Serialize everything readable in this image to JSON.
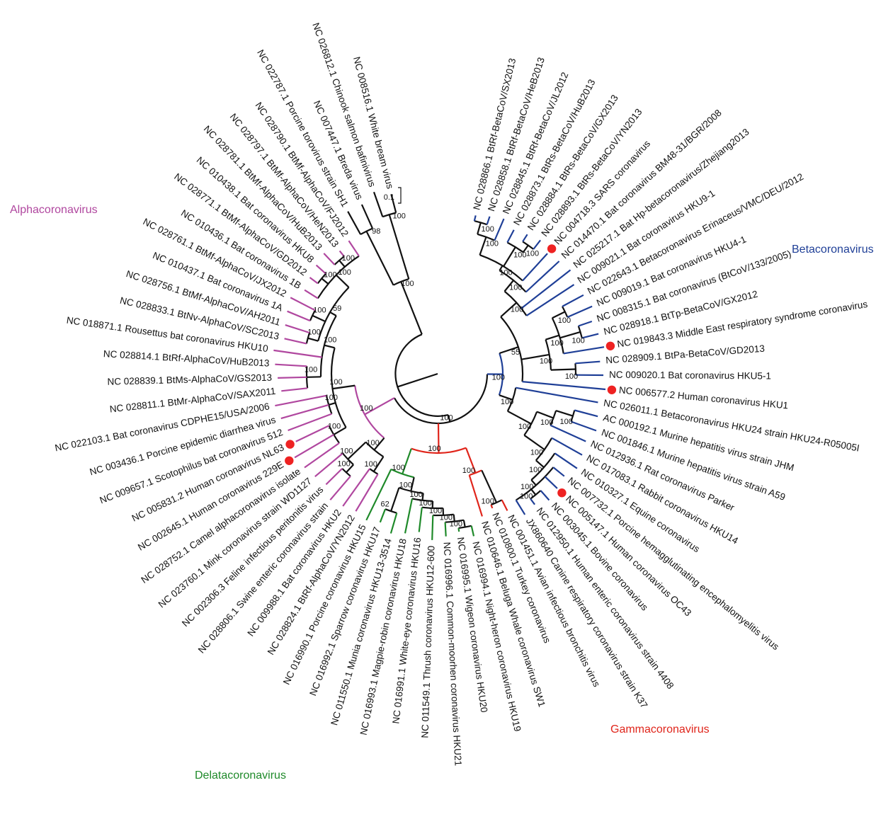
{
  "colors": {
    "Outgroup": "#111111",
    "Alphacoronavirus": "#b0479f",
    "Betacoronavirus": "#1f3f97",
    "Gammacoronavirus": "#e0251b",
    "Delatacoronavirus": "#1f8a2a",
    "marker": "#ee2222"
  },
  "groups": [
    {
      "name": "Alphacoronavirus",
      "color": "#b0479f"
    },
    {
      "name": "Betacoronavirus",
      "color": "#1f3f97"
    },
    {
      "name": "Gammacoronavirus",
      "color": "#e0251b"
    },
    {
      "name": "Delatacoronavirus",
      "color": "#1f8a2a"
    }
  ],
  "scale_label": "0.1",
  "leaves": [
    {
      "label": "NC 028866.1 BtRf-BetaCoV/SX2013",
      "group": "Betacoronavirus",
      "marker": false
    },
    {
      "label": "NC 028858.1 BtRf-BetaCoV/HeB2013",
      "group": "Betacoronavirus",
      "marker": false
    },
    {
      "label": "NC 028845.1 BtRf-BetaCoV/JL2012",
      "group": "Betacoronavirus",
      "marker": false
    },
    {
      "label": "NC 028873.1 BtRs-BetaCoV/HuB2013",
      "group": "Betacoronavirus",
      "marker": false
    },
    {
      "label": "NC 028884.1 BtRs-BetaCoV/GX2013",
      "group": "Betacoronavirus",
      "marker": false
    },
    {
      "label": "NC 028893.1 BtRs-BetaCoV/YN2013",
      "group": "Betacoronavirus",
      "marker": false
    },
    {
      "label": "NC 004718.3 SARS coronavirus",
      "group": "Betacoronavirus",
      "marker": true
    },
    {
      "label": "NC 014470.1 Bat coronavirus BM48-31/BGR/2008",
      "group": "Betacoronavirus",
      "marker": false
    },
    {
      "label": "NC 025217.1 Bat Hp-betacoronavirus/Zhejiang2013",
      "group": "Betacoronavirus",
      "marker": false
    },
    {
      "label": "NC 009021.1 Bat coronavirus HKU9-1",
      "group": "Betacoronavirus",
      "marker": false
    },
    {
      "label": "NC 022643.1 Betacoronavirus Erinaceus/VMC/DEU/2012",
      "group": "Betacoronavirus",
      "marker": false
    },
    {
      "label": "NC 009019.1 Bat coronavirus HKU4-1",
      "group": "Betacoronavirus",
      "marker": false
    },
    {
      "label": "NC 008315.1 Bat coronavirus (BtCoV/133/2005)",
      "group": "Betacoronavirus",
      "marker": false
    },
    {
      "label": "NC 028918.1 BtTp-BetaCoV/GX2012",
      "group": "Betacoronavirus",
      "marker": false
    },
    {
      "label": "NC 019843.3 Middle East respiratory syndrome coronavirus",
      "group": "Betacoronavirus",
      "marker": true
    },
    {
      "label": "NC 028909.1 BtPa-BetaCoV/GD2013",
      "group": "Betacoronavirus",
      "marker": false
    },
    {
      "label": "NC 009020.1 Bat coronavirus HKU5-1",
      "group": "Betacoronavirus",
      "marker": false
    },
    {
      "label": "NC 006577.2 Human coronavirus HKU1",
      "group": "Betacoronavirus",
      "marker": true
    },
    {
      "label": "NC 026011.1 Betacoronavirus HKU24 strain HKU24-R05005I",
      "group": "Betacoronavirus",
      "marker": false
    },
    {
      "label": "AC 000192.1 Murine hepatitis virus strain JHM",
      "group": "Betacoronavirus",
      "marker": false
    },
    {
      "label": "NC 001846.1 Murine hepatitis virus strain A59",
      "group": "Betacoronavirus",
      "marker": false
    },
    {
      "label": "NC 012936.1 Rat coronavirus Parker",
      "group": "Betacoronavirus",
      "marker": false
    },
    {
      "label": "NC 017083.1 Rabbit coronavirus HKU14",
      "group": "Betacoronavirus",
      "marker": false
    },
    {
      "label": "NC 010327.1 Equine coronavirus",
      "group": "Betacoronavirus",
      "marker": false
    },
    {
      "label": "NC 007732.1 Porcine hemagglutinating encephalomyelitis virus",
      "group": "Betacoronavirus",
      "marker": false
    },
    {
      "label": "NC 005147.1 Human coronavirus OC43",
      "group": "Betacoronavirus",
      "marker": true
    },
    {
      "label": "NC 003045.1 Bovine coronavirus",
      "group": "Betacoronavirus",
      "marker": false
    },
    {
      "label": "NC 012950.1 Human enteric coronavirus strain 4408",
      "group": "Betacoronavirus",
      "marker": false
    },
    {
      "label": "JX860640 Canine respiratory coronavirus strain K37",
      "group": "Betacoronavirus",
      "marker": false
    },
    {
      "label": "NC 001451.1 Avian infectious bronchitis virus",
      "group": "Gammacoronavirus",
      "marker": false
    },
    {
      "label": "NC 010800.1 Turkey coronavirus",
      "group": "Gammacoronavirus",
      "marker": false
    },
    {
      "label": "NC 010646.1 Beluga Whale coronavirus SW1",
      "group": "Gammacoronavirus",
      "marker": false
    },
    {
      "label": "NC 016994.1 Night-heron coronavirus HKU19",
      "group": "Delatacoronavirus",
      "marker": false
    },
    {
      "label": "NC 016995.1 Wigeon coronavirus HKU20",
      "group": "Delatacoronavirus",
      "marker": false
    },
    {
      "label": "NC 016996.1 Common-moorhen coronavirus HKU21",
      "group": "Delatacoronavirus",
      "marker": false
    },
    {
      "label": "NC 011549.1 Thrush coronavirus HKU12-600",
      "group": "Delatacoronavirus",
      "marker": false
    },
    {
      "label": "NC 016991.1 White-eye coronavirus HKU16",
      "group": "Delatacoronavirus",
      "marker": false
    },
    {
      "label": "NC 016993.1 Magpie-robin coronavirus HKU18",
      "group": "Delatacoronavirus",
      "marker": false
    },
    {
      "label": "NC 011550.1 Munia coronavirus HKU13-3514",
      "group": "Delatacoronavirus",
      "marker": false
    },
    {
      "label": "NC 016992.1 Sparrow coronavirus HKU17",
      "group": "Delatacoronavirus",
      "marker": false
    },
    {
      "label": "NC 016990.1 Porcine coronavirus HKU15",
      "group": "Delatacoronavirus",
      "marker": false
    },
    {
      "label": "NC 028824.1 BtRf-AlphaCoV/YN2012",
      "group": "Alphacoronavirus",
      "marker": false
    },
    {
      "label": "NC 009988.1 Bat coronavirus HKU2",
      "group": "Alphacoronavirus",
      "marker": false
    },
    {
      "label": "NC 028806.1 Swine enteric coronavirus strain",
      "group": "Alphacoronavirus",
      "marker": false
    },
    {
      "label": "NC 002306.3 Feline infectious peritonitis virus",
      "group": "Alphacoronavirus",
      "marker": false
    },
    {
      "label": "NC 023760.1 Mink coronavirus strain WD1127",
      "group": "Alphacoronavirus",
      "marker": false
    },
    {
      "label": "NC 028752.1 Camel alphacoronavirus isolate",
      "group": "Alphacoronavirus",
      "marker": false
    },
    {
      "label": "NC 002645.1 Human coronavirus 229E",
      "group": "Alphacoronavirus",
      "marker": true
    },
    {
      "label": "NC 005831.2 Human coronavirus NL63",
      "group": "Alphacoronavirus",
      "marker": true
    },
    {
      "label": "NC 009657.1 Scotophilus bat coronavirus 512",
      "group": "Alphacoronavirus",
      "marker": false
    },
    {
      "label": "NC 003436.1 Porcine epidemic diarrhea virus",
      "group": "Alphacoronavirus",
      "marker": false
    },
    {
      "label": "NC 022103.1 Bat coronavirus CDPHE15/USA/2006",
      "group": "Alphacoronavirus",
      "marker": false
    },
    {
      "label": "NC 028811.1 BtMr-AlphaCoV/SAX2011",
      "group": "Alphacoronavirus",
      "marker": false
    },
    {
      "label": "NC 028839.1 BtMs-AlphaCoV/GS2013",
      "group": "Alphacoronavirus",
      "marker": false
    },
    {
      "label": "NC 028814.1 BtRf-AlphaCoV/HuB2013",
      "group": "Alphacoronavirus",
      "marker": false
    },
    {
      "label": "NC 018871.1 Rousettus bat coronavirus HKU10",
      "group": "Alphacoronavirus",
      "marker": false
    },
    {
      "label": "NC 028833.1 BtNv-AlphaCoV/SC2013",
      "group": "Alphacoronavirus",
      "marker": false
    },
    {
      "label": "NC 028756.1 BtMf-AlphaCoV/AH2011",
      "group": "Alphacoronavirus",
      "marker": false
    },
    {
      "label": "NC 010437.1 Bat coronavirus 1A",
      "group": "Alphacoronavirus",
      "marker": false
    },
    {
      "label": "NC 028761.1 BtMf-AlphaCoV/JX2012",
      "group": "Alphacoronavirus",
      "marker": false
    },
    {
      "label": "NC 010436.1 Bat coronavirus 1B",
      "group": "Alphacoronavirus",
      "marker": false
    },
    {
      "label": "NC 028771.1 BtMf-AlphaCoV/GD2012",
      "group": "Alphacoronavirus",
      "marker": false
    },
    {
      "label": "NC 010438.1 Bat coronavirus HKU8",
      "group": "Alphacoronavirus",
      "marker": false
    },
    {
      "label": "NC 028781.1 BtMf-AlphaCoV/HuB2013",
      "group": "Alphacoronavirus",
      "marker": false
    },
    {
      "label": "NC 028797.1 BtMf-AlphaCoV/HeN2013",
      "group": "Alphacoronavirus",
      "marker": false
    },
    {
      "label": "NC 028790.1 BtMf-AlphaCoV/FJ2012",
      "group": "Alphacoronavirus",
      "marker": false
    },
    {
      "label": "NC 022787.1 Porcine torovirus strain SH1",
      "group": "Outgroup",
      "marker": false
    },
    {
      "label": "NC 007447.1 Breda virus",
      "group": "Outgroup",
      "marker": false
    },
    {
      "label": "NC 026812.1 Chinook salmon bafinivirus",
      "group": "Outgroup",
      "marker": false
    },
    {
      "label": "NC 008516.1 White bream virus",
      "group": "Outgroup",
      "marker": false
    }
  ],
  "bootstrap": [
    "100",
    "100",
    "55",
    "100",
    "100",
    "100",
    "100",
    "100",
    "100",
    "100",
    "100",
    "100",
    "100",
    "100",
    "100",
    "100",
    "100",
    "100",
    "100",
    "100",
    "100",
    "100",
    "100",
    "100",
    "100",
    "100",
    "100",
    "100",
    "100",
    "100",
    "100",
    "100",
    "100",
    "62",
    "100",
    "100",
    "100",
    "100",
    "100",
    "100",
    "100",
    "100",
    "100",
    "100",
    "59",
    "100",
    "100",
    "100",
    "100",
    "100",
    "100",
    "98",
    "100",
    "100",
    "100",
    "98",
    "100",
    "100",
    "100",
    "100"
  ]
}
